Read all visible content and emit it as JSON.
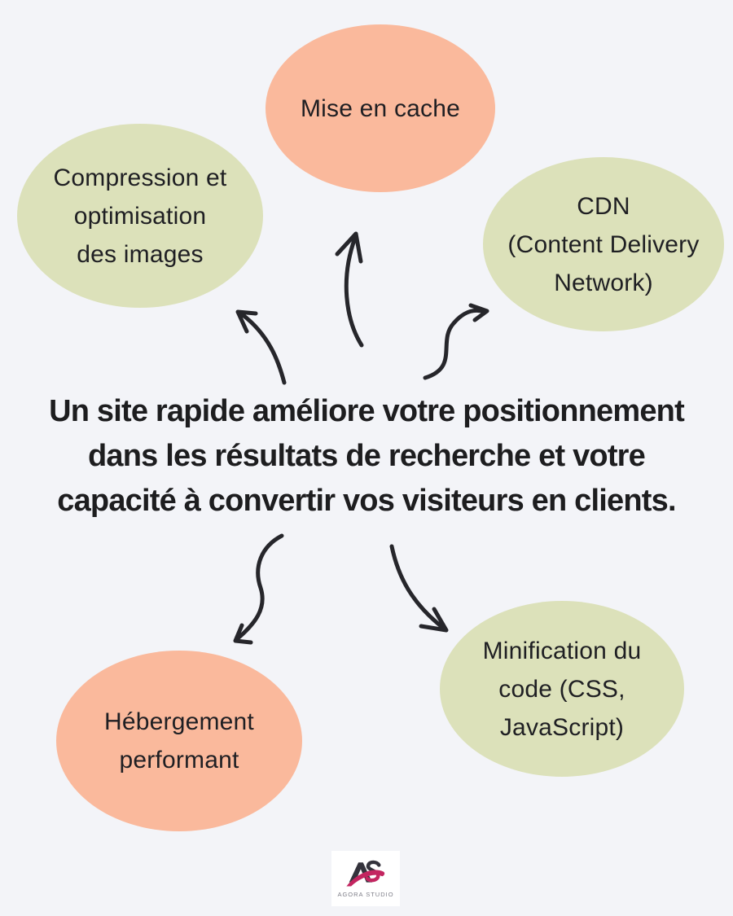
{
  "page": {
    "background": "#F3F4F8",
    "text_color": "#1D1D1F",
    "arrow_color": "#26262B"
  },
  "colors": {
    "salmon": "#FAB99C",
    "green": "#DCE1BA",
    "arrow": "#26262B",
    "logo_dark": "#34333C",
    "logo_pink": "#C32560",
    "logo_gray": "#7E7E88"
  },
  "center_text": "Un site rapide améliore votre positionnement\ndans les résultats de recherche et votre\ncapacité à convertir vos visiteurs en clients.",
  "bubbles": {
    "cache": {
      "label": "Mise en cache",
      "color": "#FAB99C"
    },
    "compression": {
      "label": "Compression et\noptimisation\ndes images",
      "color": "#DCE1BA"
    },
    "cdn": {
      "label": "CDN\n(Content Delivery\nNetwork)",
      "color": "#DCE1BA"
    },
    "hosting": {
      "label": "Hébergement\nperformant",
      "color": "#FAB99C"
    },
    "minification": {
      "label": "Minification du\ncode (CSS,\nJavaScript)",
      "color": "#DCE1BA"
    }
  },
  "logo": {
    "monogram": "AS",
    "studio_name": "AGORA STUDIO"
  }
}
